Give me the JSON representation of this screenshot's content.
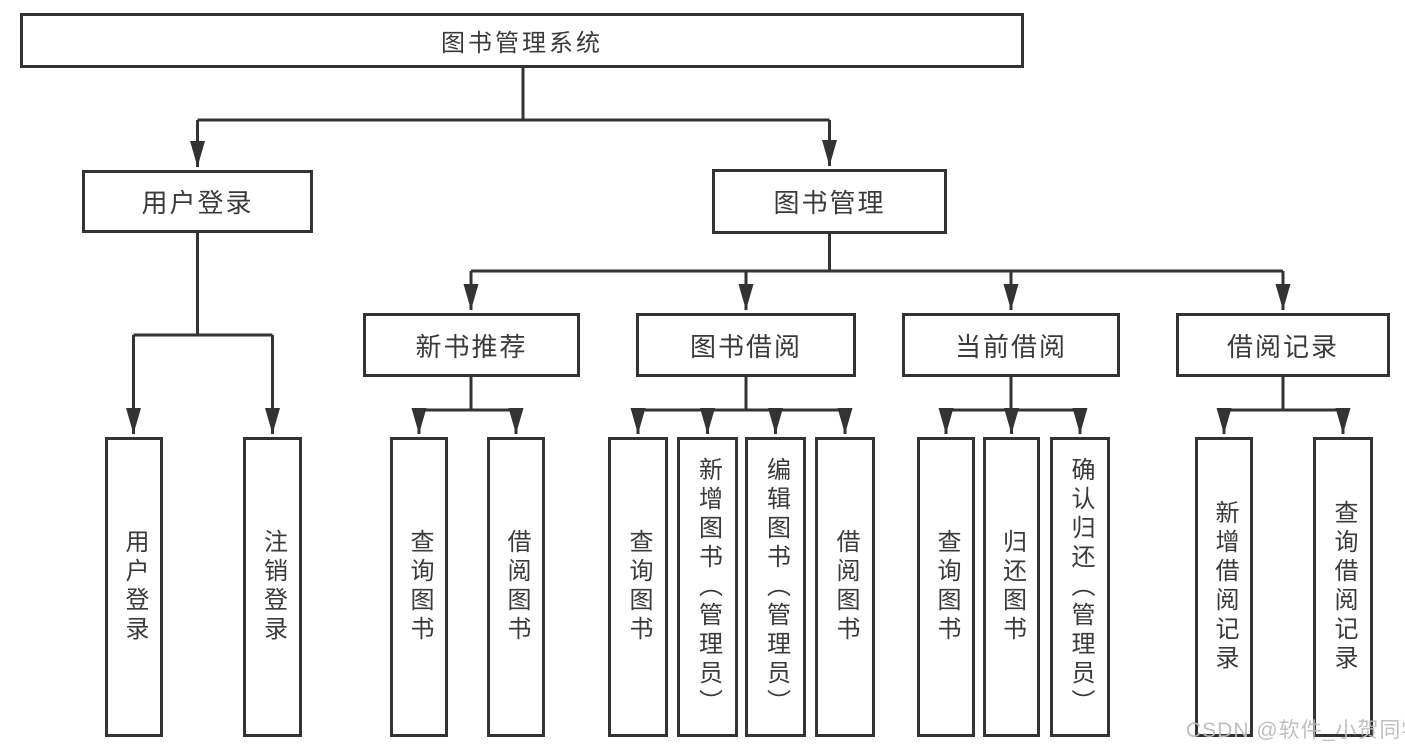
{
  "colors": {
    "line": "#333333",
    "text": "#3a3a3a",
    "box_fill": "#ffffff",
    "watermark": "#bcbcbc",
    "background": "#ffffff"
  },
  "watermark": {
    "text": "CSDN @软件_小贺同学"
  },
  "nodes": {
    "root": {
      "label": "图书管理系统"
    },
    "branches": {
      "user_login": {
        "label": "用户登录"
      },
      "book_mgmt": {
        "label": "图书管理"
      }
    },
    "modules": {
      "new_book": {
        "label": "新书推荐"
      },
      "book_borrow": {
        "label": "图书借阅"
      },
      "current_borrow": {
        "label": "当前借阅"
      },
      "borrow_record": {
        "label": "借阅记录"
      }
    },
    "leaves": {
      "login": [
        "用户登录",
        "注销登录"
      ],
      "new_book": [
        "查询图书",
        "借阅图书"
      ],
      "book_borrow": [
        "查询图书",
        "新增图书（管理员）",
        "编辑图书（管理员）",
        "借阅图书"
      ],
      "current_borrow": [
        "查询图书",
        "归还图书",
        "确认归还（管理员）"
      ],
      "borrow_record": [
        "新增借阅记录",
        "查询借阅记录"
      ]
    }
  }
}
